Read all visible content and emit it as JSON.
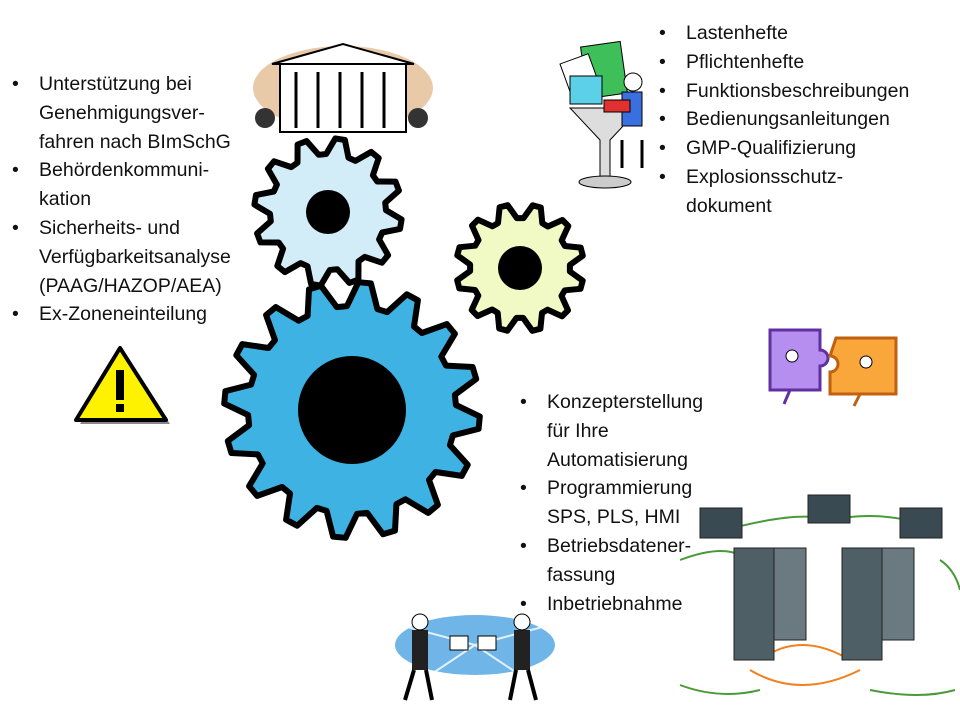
{
  "lists": {
    "left": [
      "Unterstützung bei\nGenehmigungsver-\nfahren nach BImSchG",
      "Behördenkommuni-\nkation",
      "Sicherheits- und\nVerfügbarkeitsanalyse\n(PAAG/HAZOP/AEA)",
      "Ex-Zoneneinteilung"
    ],
    "top_right": [
      "Lastenhefte",
      "Pflichtenhefte",
      "Funktionsbeschreibungen",
      "Bedienungsanleitungen",
      "GMP-Qualifizierung",
      "Explosionsschutz-\ndokument"
    ],
    "middle": [
      "Konzepterstellung\nfür Ihre\nAutomatisierung",
      "Programmierung\nSPS, PLS, HMI",
      "Betriebsdatener-\nfassung",
      "Inbetriebnahme"
    ]
  },
  "colors": {
    "gear_large": "#3db2e3",
    "gear_small_blue": "#d2ecf8",
    "gear_yellow": "#f1f9c4",
    "warning": "#fff200"
  }
}
